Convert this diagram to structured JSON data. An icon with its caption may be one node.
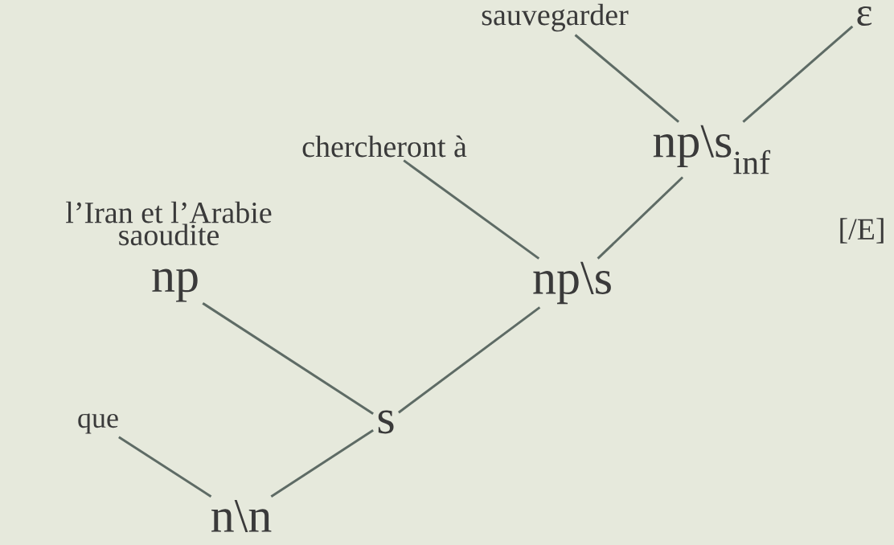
{
  "diagram": {
    "nodes": [
      {
        "text": [
          "sauvegarder"
        ]
      },
      {
        "text": [
          "ε"
        ]
      },
      {
        "text": [
          "chercheront à"
        ]
      },
      {
        "text": [
          "np\\s$_{inf}$"
        ]
      },
      {
        "text": [
          "l’Iran et l’Arabie saoudite"
        ]
      },
      {
        "text": [
          "np"
        ]
      },
      {
        "text": [
          "np\\s"
        ]
      },
      {
        "text": [
          "que"
        ]
      },
      {
        "text": [
          "s"
        ]
      },
      {
        "text": [
          "n\\n"
        ]
      }
    ],
    "edges": [
      {
        "from": 0,
        "to": 3,
        "arrow": "none"
      },
      {
        "from": 1,
        "to": 3,
        "arrow": "none"
      },
      {
        "from": 2,
        "to": 6,
        "arrow": "none"
      },
      {
        "from": 3,
        "to": 6,
        "arrow": "none"
      },
      {
        "from": 5,
        "to": 8,
        "arrow": "none"
      },
      {
        "from": 6,
        "to": 8,
        "arrow": "none"
      },
      {
        "from": 7,
        "to": 9,
        "arrow": "none"
      },
      {
        "from": 8,
        "to": 9,
        "arrow": "none"
      }
    ],
    "labels": [
      "[/E]"
    ]
  }
}
